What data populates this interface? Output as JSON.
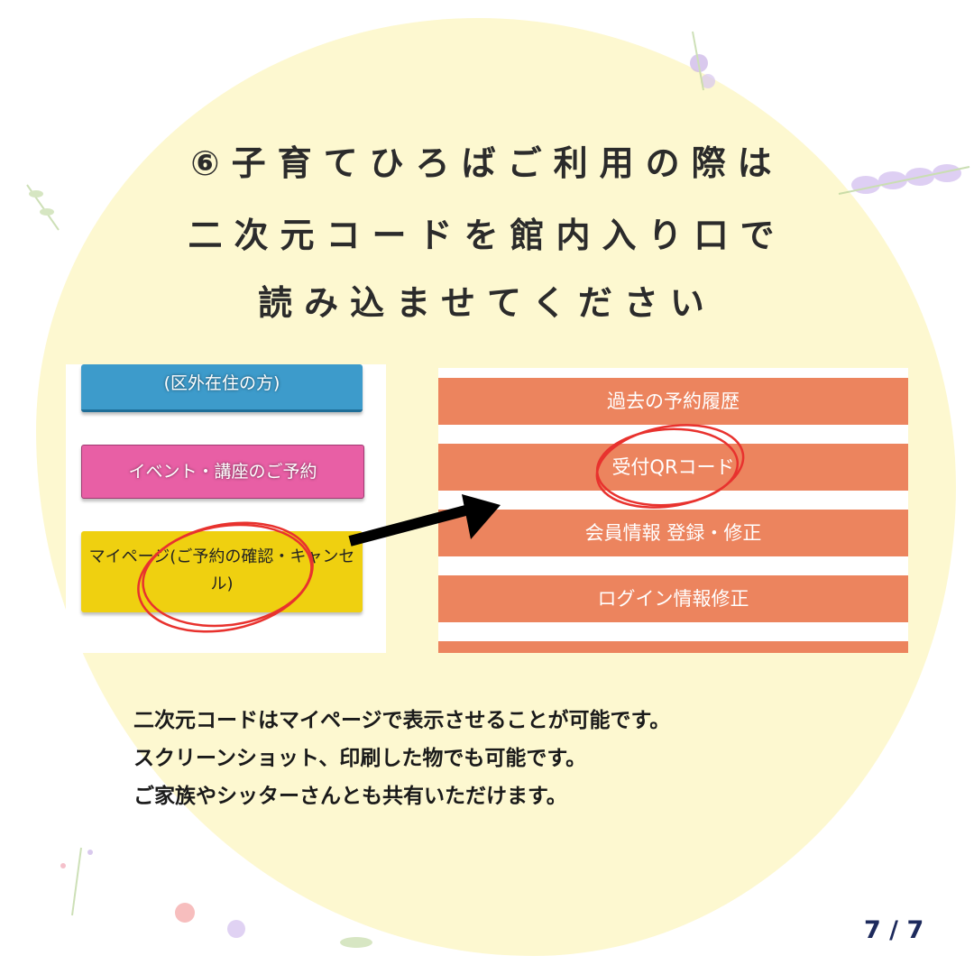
{
  "title": {
    "lines": [
      "⑥子育てひろばご利用の際は",
      "二次元コードを館内入り口で",
      "読み込ませてください"
    ]
  },
  "left_screenshot": {
    "buttons": [
      "(区外在住の方)",
      "イベント・講座のご予約",
      "マイページ(ご予約の確認・キャンセル)"
    ],
    "colors": [
      "#3d9bcb",
      "#e85fa5",
      "#efd010"
    ]
  },
  "right_screenshot": {
    "menu_items": [
      "過去の予約履歴",
      "受付QRコード",
      "会員情報 登録・修正",
      "ログイン情報修正",
      ""
    ],
    "color": "#ec845e"
  },
  "body": {
    "lines": [
      "二次元コードはマイページで表示させることが可能です。",
      "スクリーンショット、印刷した物でも可能です。",
      "ご家族やシッターさんとも共有いただけます。"
    ]
  },
  "page_number": "7 / 7"
}
